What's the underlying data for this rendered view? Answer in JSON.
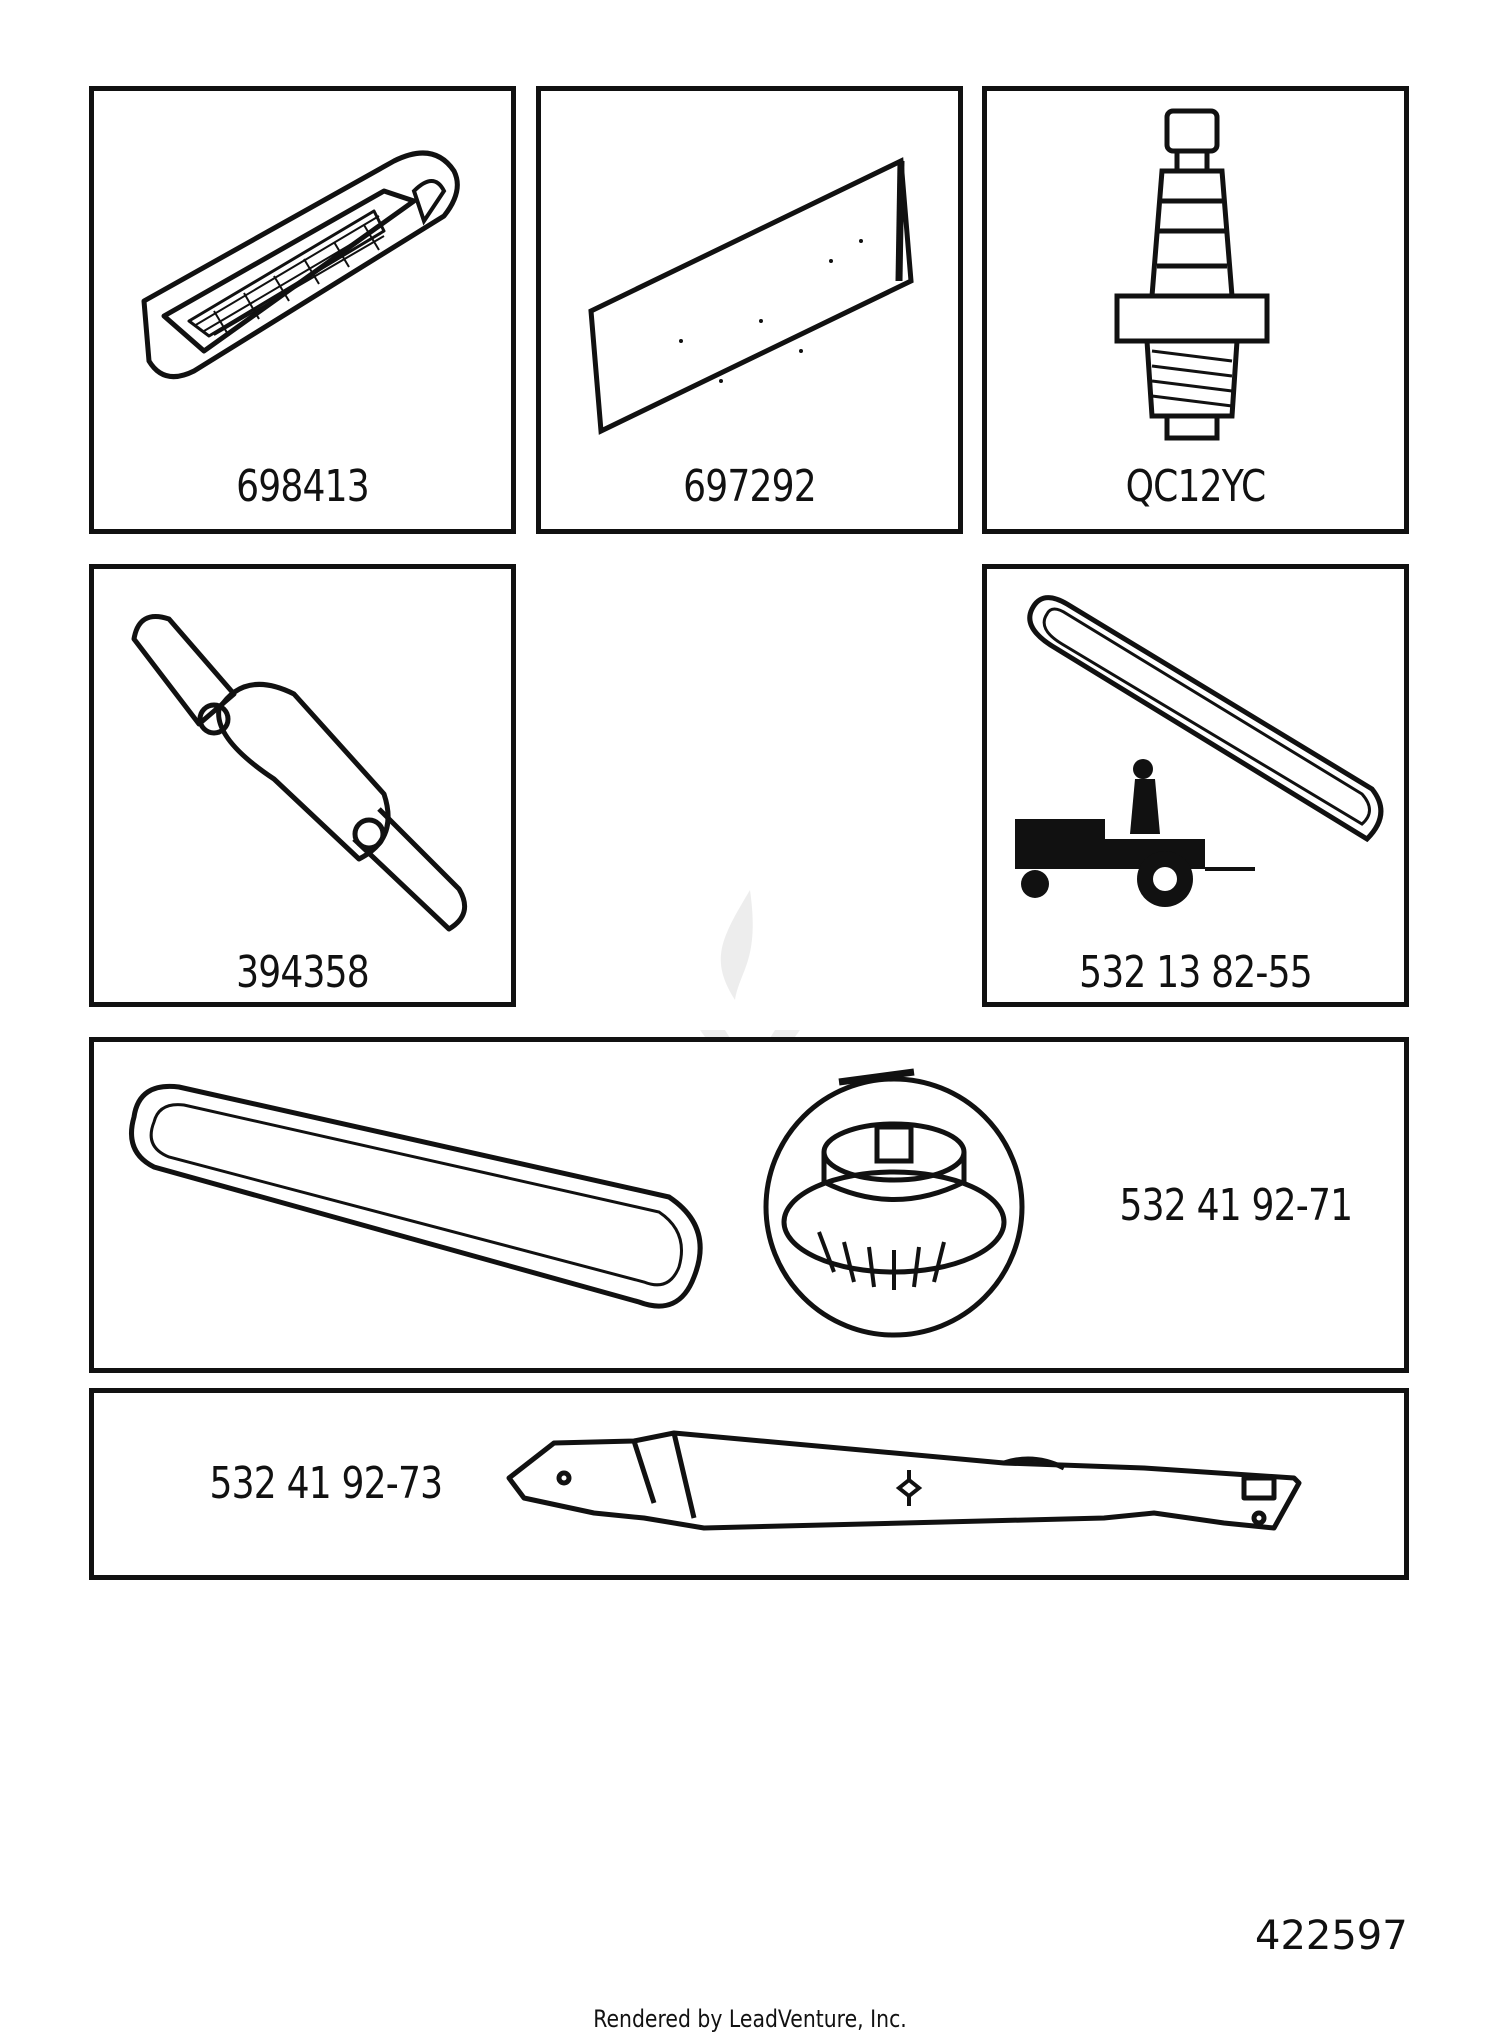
{
  "parts": {
    "air_filter": {
      "number": "698413"
    },
    "pre_filter": {
      "number": "697292"
    },
    "spark_plug": {
      "number": "QC12YC"
    },
    "fuel_filter": {
      "number": "394358"
    },
    "drive_belt": {
      "number": "532 13 82-55"
    },
    "deck_belt_pulley_kit": {
      "number": "532 41 92-71"
    },
    "mower_blade": {
      "number": "532 41 92-73"
    }
  },
  "diagram_number": "422597",
  "footer_credit": "Rendered by LeadVenture, Inc."
}
